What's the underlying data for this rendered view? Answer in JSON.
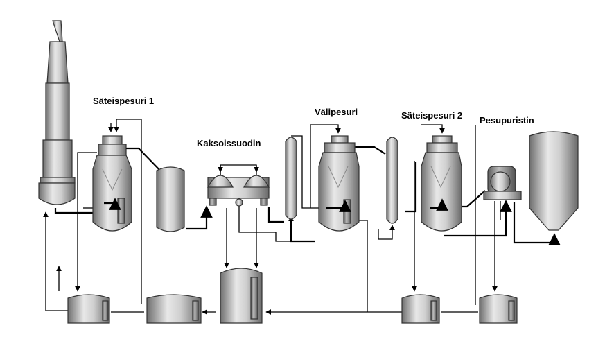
{
  "labels": {
    "sateispesuri1": "Säteispesuri 1",
    "kaksoissuodin": "Kaksoissuodin",
    "valipesuri": "Välipesuri",
    "sateispesuri2": "Säteispesuri 2",
    "pesupuristin": "Pesupuristin"
  },
  "colors": {
    "vessel_light": "#e6e6e6",
    "vessel_mid": "#a8a8a8",
    "vessel_dark": "#6e6e6e",
    "pipe": "#000000",
    "background": "#ffffff"
  }
}
